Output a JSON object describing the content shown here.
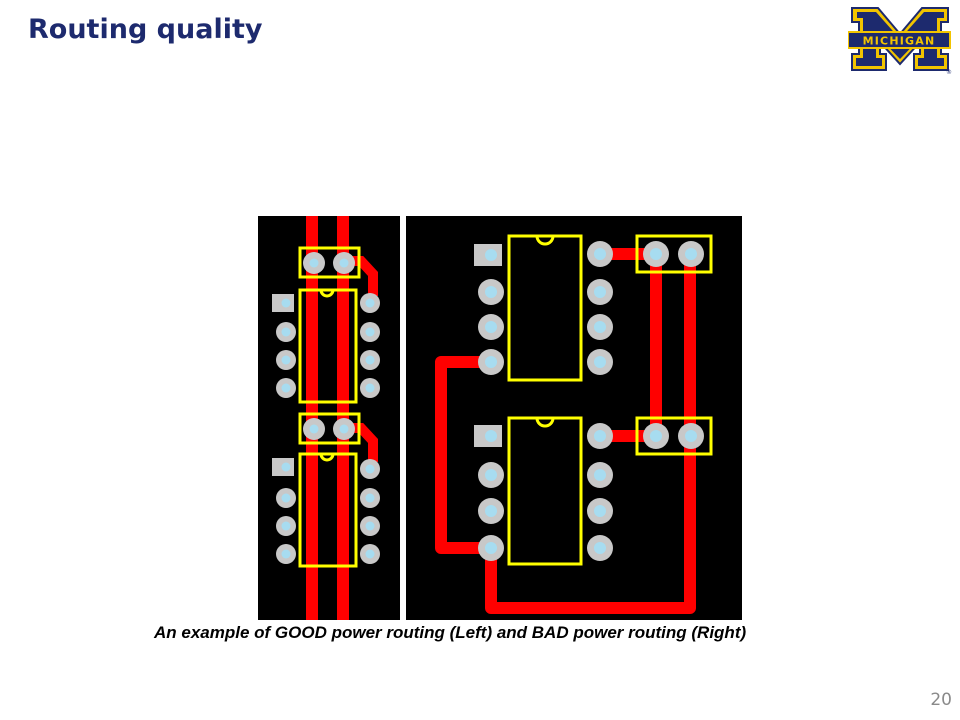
{
  "slide": {
    "title": "Routing quality",
    "caption": "An example of GOOD power routing (Left) and BAD power routing (Right)",
    "page_number": "20"
  },
  "logo": {
    "text": "MICHIGAN",
    "colors": {
      "maize": "#f2c400",
      "blue": "#1d2a6e"
    }
  },
  "figure": {
    "colors": {
      "board": "#000000",
      "trace": "#ff0000",
      "outline": "#ffff00",
      "pad": "#c8c8c8",
      "hole": "#a7dcf0"
    }
  }
}
